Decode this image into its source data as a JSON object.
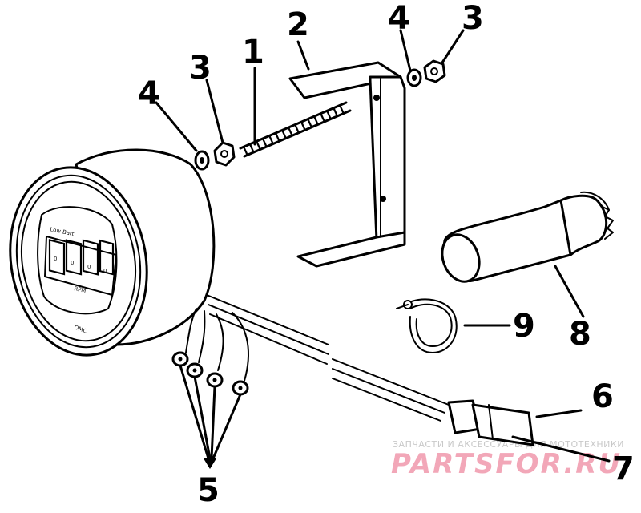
{
  "callouts": {
    "c1": "1",
    "c2": "2",
    "c3_left": "3",
    "c3_right": "3",
    "c4_left": "4",
    "c4_right": "4",
    "c5": "5",
    "c6": "6",
    "c7": "7",
    "c8": "8",
    "c9": "9"
  },
  "gauge": {
    "face_top_label": "Low Batt",
    "face_digits": [
      "0",
      "0",
      "0",
      "0"
    ],
    "face_unit_label": "RPM",
    "face_brand_label": "OMC"
  },
  "watermark": {
    "tagline": "ЗАПЧАСТИ И АКСЕССУАРЫ ДЛЯ МОТОТЕХНИКИ",
    "logo": "PARTSFOR.RU"
  }
}
